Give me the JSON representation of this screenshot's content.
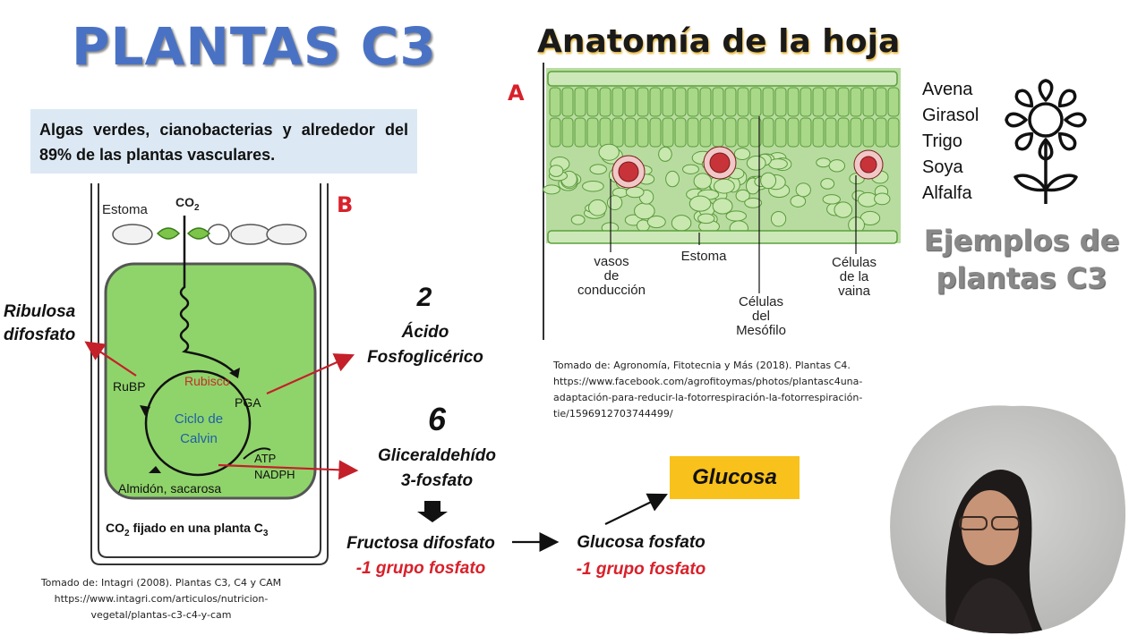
{
  "title": "PLANTAS C3",
  "info_box": "Algas verdes, cianobacterias y alrededor del 89% de las plantas vasculares.",
  "leaf": {
    "title": "Anatomía de la hoja",
    "marker": "A",
    "labels": {
      "vasos": [
        "vasos",
        "de",
        "conducción"
      ],
      "estoma": "Estoma",
      "celulas_mesofilo": [
        "Células",
        "del",
        "Mesófilo"
      ],
      "celulas_vaina": [
        "Células",
        "de la",
        "vaina"
      ]
    },
    "reference": "Tomado de: Agronomía, Fitotecnia y Más (2018). Plantas C4. https://www.facebook.com/agrofitoymas/photos/plantasc4una-adaptación-para-reducir-la-fotorrespiración-la-fotorrespiración-tie/1596912703744499/"
  },
  "plants": {
    "list": [
      "Avena",
      "Girasol",
      "Trigo",
      "Soya",
      "Alfalfa"
    ],
    "examples_label": [
      "Ejemplos de",
      "plantas C3"
    ],
    "icon": "flower-icon"
  },
  "cycle": {
    "marker": "B",
    "estoma": "Estoma",
    "co2": "CO",
    "co2_sub": "2",
    "rubp": "RuBP",
    "rubisco": "Rubisco",
    "pga": "PGA",
    "ciclo": [
      "Ciclo de",
      "Calvin"
    ],
    "atp": "ATP",
    "nadph": "NADPH",
    "almidon": "Almidón, sacarosa",
    "caption": "CO",
    "caption_sub1": "2",
    "caption_mid": " fijado en una planta C",
    "caption_sub2": "3",
    "reference": "Tomado de: Intagri (2008). Plantas C3, C4 y CAM https://www.intagri.com/articulos/nutricion-vegetal/plantas-c3-c4-y-cam"
  },
  "pathway": {
    "ribulosa": [
      "Ribulosa",
      "difosfato"
    ],
    "num2": "2",
    "acido": [
      "Ácido",
      "Fosfoglicérico"
    ],
    "num6": "6",
    "gliceraldehido": [
      "Gliceraldehído",
      "3-fosfato"
    ],
    "fructosa": "Fructosa difosfato",
    "fructosa_note": "-1 grupo fosfato",
    "glucosa_fosfato": "Glucosa fosfato",
    "glucosa_fosfato_note": "-1 grupo fosfato",
    "glucosa": "Glucosa"
  },
  "colors": {
    "title_blue": "#4a72c4",
    "accent_red": "#d8202a",
    "glucosa_yellow": "#f9c11b",
    "info_bg": "#dce9f4",
    "cell_green": "#8fd46a"
  }
}
